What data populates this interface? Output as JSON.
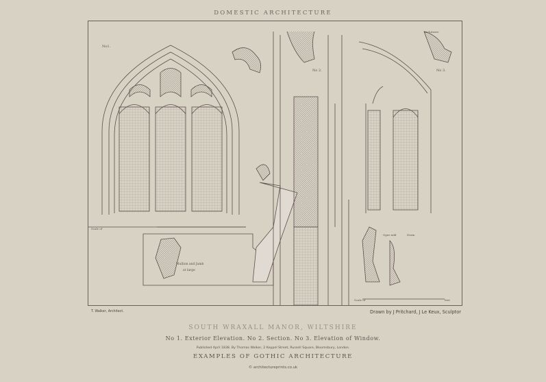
{
  "header": {
    "title": "DOMESTIC ARCHITECTURE"
  },
  "plate": {
    "labels": {
      "no1": "No1.",
      "no2": "No 2.",
      "no3": "No 3.",
      "mullion": "Mullion and Jamb",
      "at_large": "at large",
      "architrave": "Architrave",
      "ogee": "Ogee mld",
      "drain": "Drain",
      "scale_left": "Scale of",
      "scale_bottom": "Scale of",
      "feet": "feet"
    },
    "credits": {
      "left": "T. Walker, Architect.",
      "right": "Drawn by J Pritchard, J Le Keux, Sculptor"
    }
  },
  "footer": {
    "title": "SOUTH WRAXALL MANOR, WILTSHIRE",
    "subtitle": "No 1. Exterior Elevation. No 2. Section. No 3. Elevation of Window.",
    "publisher": "Published April 1838. By Thomas Walker, 2 Keppel Street, Russell Square, Bloomsbury, London.",
    "series": "EXAMPLES OF GOTHIC ARCHITECTURE",
    "website": "© architectureprints.co.uk"
  },
  "colors": {
    "paper": "#d8d2c4",
    "ink": "#5a4d4a",
    "stone": "#cbbfbe"
  }
}
